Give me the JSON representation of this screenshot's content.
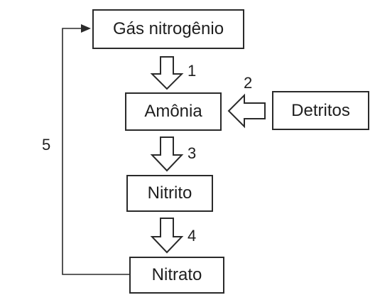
{
  "nodes": {
    "gas_nitrogenio": "Gás nitrogênio",
    "amonia": "Amônia",
    "nitrito": "Nitrito",
    "nitrato": "Nitrato",
    "detritos": "Detritos"
  },
  "steps": {
    "step1": "1",
    "step2": "2",
    "step3": "3",
    "step4": "4",
    "step5": "5"
  },
  "colors": {
    "line": "#2a2a2a",
    "text": "#1e1e1e",
    "background": "#ffffff"
  }
}
